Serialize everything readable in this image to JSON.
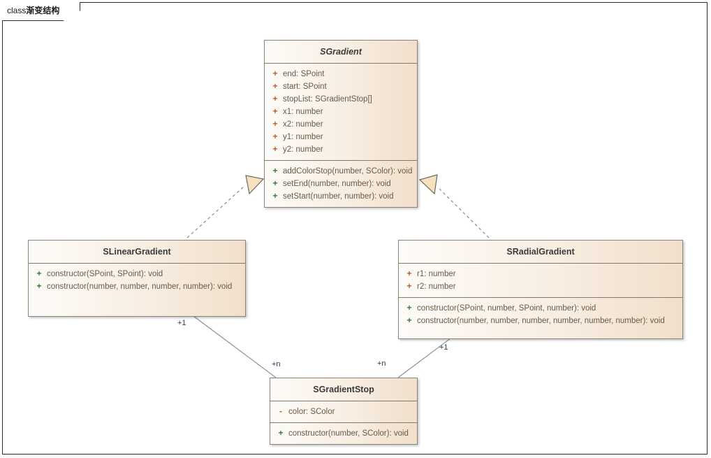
{
  "frame": {
    "keyword": "class",
    "title": "渐变结构"
  },
  "colors": {
    "box_fill_left": "#fdfbf8",
    "box_fill_right": "#f1dfcb",
    "box_border": "#8a8578",
    "member_text": "#6b5a46",
    "public_attr_marker": "#c05a1e",
    "public_method_marker": "#2f7d32",
    "connector": "#8a8a8a",
    "multiplicity_text": "#2b3a56",
    "frame_border": "#2b2b2b"
  },
  "classes": [
    {
      "id": "sgradient",
      "name": "SGradient",
      "abstract": true,
      "attributes": [
        {
          "visibility": "+",
          "text": "end: SPoint"
        },
        {
          "visibility": "+",
          "text": "start: SPoint"
        },
        {
          "visibility": "+",
          "text": "stopList: SGradientStop[]"
        },
        {
          "visibility": "+",
          "text": "x1: number"
        },
        {
          "visibility": "+",
          "text": "x2: number"
        },
        {
          "visibility": "+",
          "text": "y1: number"
        },
        {
          "visibility": "+",
          "text": "y2: number"
        }
      ],
      "methods": [
        {
          "visibility": "+",
          "text": "addColorStop(number, SColor): void"
        },
        {
          "visibility": "+",
          "text": "setEnd(number, number): void"
        },
        {
          "visibility": "+",
          "text": "setStart(number, number): void"
        }
      ]
    },
    {
      "id": "slineargradient",
      "name": "SLinearGradient",
      "abstract": false,
      "attributes": [],
      "methods": [
        {
          "visibility": "+",
          "text": "constructor(SPoint, SPoint): void"
        },
        {
          "visibility": "+",
          "text": "constructor(number, number, number, number): void"
        }
      ]
    },
    {
      "id": "sradialgradient",
      "name": "SRadialGradient",
      "abstract": false,
      "attributes": [
        {
          "visibility": "+",
          "text": "r1: number"
        },
        {
          "visibility": "+",
          "text": "r2: number"
        }
      ],
      "methods": [
        {
          "visibility": "+",
          "text": "constructor(SPoint, number, SPoint, number): void"
        },
        {
          "visibility": "+",
          "text": "constructor(number, number, number, number, number, number): void"
        }
      ]
    },
    {
      "id": "sgradientstop",
      "name": "SGradientStop",
      "abstract": false,
      "attributes": [
        {
          "visibility": "-",
          "text": "color: SColor"
        }
      ],
      "methods": [
        {
          "visibility": "+",
          "text": "constructor(number, SColor): void"
        }
      ]
    }
  ],
  "relationships": [
    {
      "kind": "realization",
      "from": "SLinearGradient",
      "to": "SGradient",
      "line": "dashed",
      "arrow": "hollow-triangle"
    },
    {
      "kind": "realization",
      "from": "SRadialGradient",
      "to": "SGradient",
      "line": "dashed",
      "arrow": "hollow-triangle"
    },
    {
      "kind": "association",
      "from": "SLinearGradient",
      "to": "SGradientStop",
      "line": "solid",
      "source_multiplicity": "+1",
      "target_multiplicity": "+n"
    },
    {
      "kind": "association",
      "from": "SRadialGradient",
      "to": "SGradientStop",
      "line": "solid",
      "source_multiplicity": "+1",
      "target_multiplicity": "+n"
    }
  ],
  "multiplicity_labels": {
    "linear_end": "+1",
    "stop_left": "+n",
    "stop_right": "+n",
    "radial_end": "+1"
  }
}
